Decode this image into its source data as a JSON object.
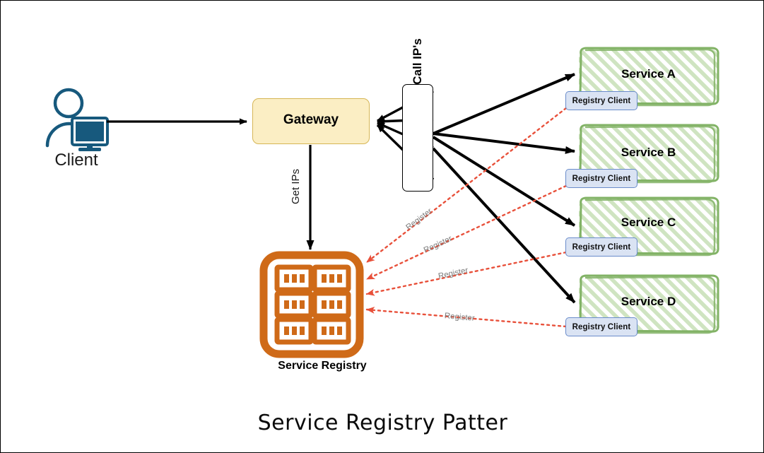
{
  "diagram": {
    "title": "Service Registry Patter",
    "background": "#ffffff",
    "border_color": "#000000"
  },
  "client": {
    "label": "Client",
    "icon": "user-with-monitor-icon",
    "color": "#17597d"
  },
  "gateway": {
    "label": "Gateway",
    "fill": "#fbeec4",
    "stroke": "#d6b656"
  },
  "call_ips": {
    "label": "Call IP's",
    "fill": "#ffffff",
    "stroke": "#000000"
  },
  "get_ips": {
    "label": "Get IPs"
  },
  "service_registry": {
    "label": "Service Registry",
    "icon": "server-rack-icon",
    "color": "#cf6a18",
    "rack_rows": 3,
    "rack_cols": 2,
    "bars_per_unit": 3
  },
  "services": [
    {
      "name": "Service A",
      "registry_client_label": "Registry Client",
      "register_label": "Register"
    },
    {
      "name": "Service B",
      "registry_client_label": "Registry Client",
      "register_label": "Register"
    },
    {
      "name": "Service C",
      "registry_client_label": "Registry Client",
      "register_label": "Register"
    },
    {
      "name": "Service D",
      "registry_client_label": "Registry Client",
      "register_label": "Register"
    }
  ],
  "colors": {
    "service_fill": "#ffffff",
    "service_hatch": "#bcd9a8",
    "service_stroke": "#82b366",
    "registry_client_fill": "#dae3f3",
    "registry_client_stroke": "#6a8ccb",
    "call_arrow": "#000000",
    "register_arrow": "#e8503a",
    "register_label": "#7b7b7b"
  }
}
